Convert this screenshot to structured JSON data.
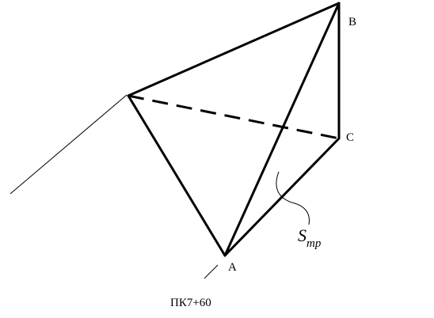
{
  "diagram": {
    "vertices": {
      "a": "A",
      "b": "B",
      "c": "C"
    },
    "area_symbol": "S",
    "area_subscript": "тр",
    "station": "ПК7+60"
  }
}
